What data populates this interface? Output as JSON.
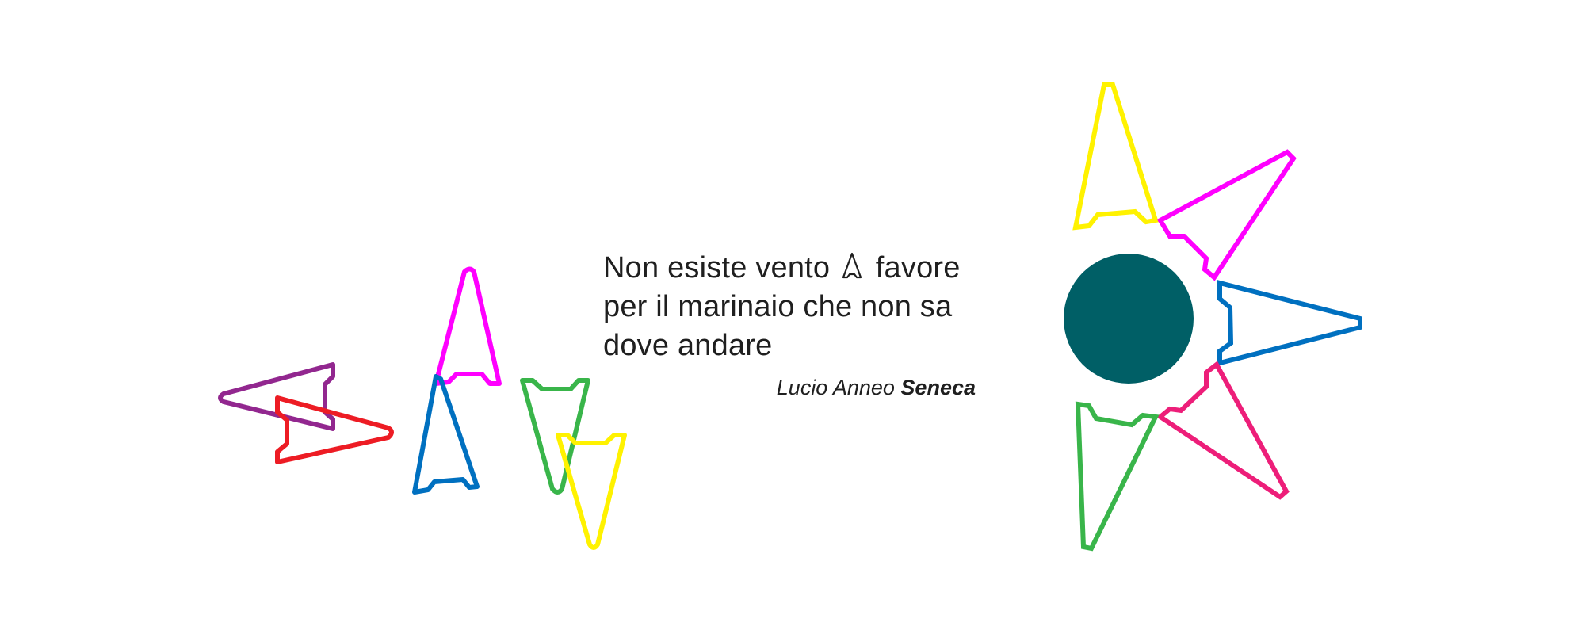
{
  "quote": {
    "line1_before": "Non esiste vento",
    "line1_after": "favore",
    "line2": "per il marinaio che non sa",
    "line3": "dove andare"
  },
  "attribution": {
    "name": "Lucio Anneo",
    "surname": "Seneca"
  },
  "colors": {
    "text": "#1f1f1f",
    "sun_center": "#005f66",
    "magenta": "#ff00ff",
    "blue": "#0070c0",
    "green": "#39b54a",
    "yellow": "#fff200",
    "red": "#ed1c24",
    "purple": "#92278f",
    "pink": "#ed1e79"
  },
  "icons": {
    "inline_mark": "sail-a-icon",
    "left_group": "scattered-sail-shapes",
    "right_group": "compass-sun-icon"
  }
}
